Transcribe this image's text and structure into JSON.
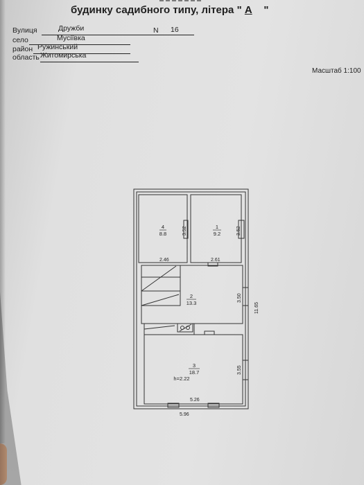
{
  "header": {
    "title_prefix": "будинку садибного типу, літера \"",
    "letter": "А",
    "title_suffix": "\""
  },
  "address": {
    "street_label": "Вулиця",
    "street_value": "Дружби",
    "number_label": "N",
    "number_value": "16",
    "village_label": "село",
    "village_value": "Мусіївка",
    "district_label": "район",
    "district_value": "Ружинський",
    "region_label": "область",
    "region_value": "Житомирська"
  },
  "scale_label": "Масштаб 1:100",
  "plan": {
    "rooms": [
      {
        "number": "4",
        "area": "8.8"
      },
      {
        "number": "1",
        "area": "9.2"
      },
      {
        "number": "2",
        "area": "13.3"
      },
      {
        "number": "3",
        "area": "18.7"
      }
    ],
    "dimensions": {
      "room4_depth": "3.52",
      "room1_depth": "3.52",
      "room4_width": "2.46",
      "room1_width": "2.61",
      "room2_depth": "3.50",
      "total_length": "11.65",
      "room3_depth": "3.55",
      "room3_width": "5.26",
      "total_width": "5.96"
    },
    "height_note": "h=2.22"
  }
}
